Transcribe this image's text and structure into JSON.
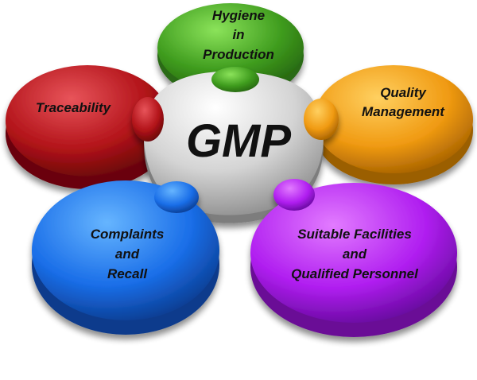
{
  "center": {
    "label": "GMP",
    "color": "#c9c9c9"
  },
  "petals": [
    {
      "id": "hygiene",
      "lines": [
        "Hygiene",
        "in",
        "Production"
      ],
      "color": "#4caf2a",
      "dark": "#2c6a12"
    },
    {
      "id": "quality",
      "lines": [
        "Quality",
        "Management"
      ],
      "color": "#f0a21a",
      "dark": "#9b5e00"
    },
    {
      "id": "facilities",
      "lines": [
        "Suitable Facilities",
        "and",
        "Qualified Personnel"
      ],
      "color": "#b21ef0",
      "dark": "#6a0a96"
    },
    {
      "id": "complaints",
      "lines": [
        "Complaints",
        "and",
        "Recall"
      ],
      "color": "#1a6ee8",
      "dark": "#0a3a8c"
    },
    {
      "id": "traceability",
      "lines": [
        "Traceability"
      ],
      "color": "#b5141a",
      "dark": "#6a0508"
    }
  ]
}
